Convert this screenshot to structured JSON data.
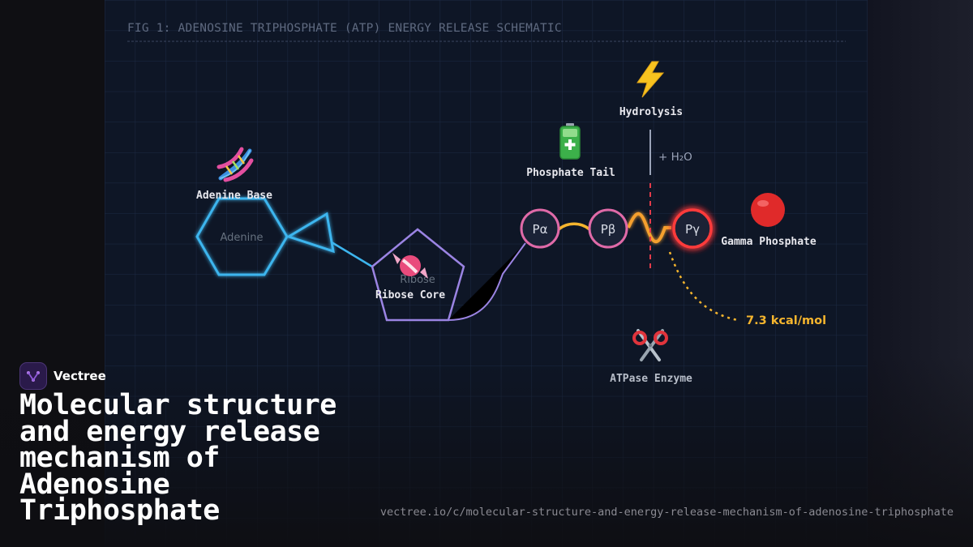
{
  "figure": {
    "heading": "FIG 1: ADENOSINE TRIPHOSPHATE (ATP) ENERGY RELEASE SCHEMATIC",
    "adenine": {
      "icon": "dna-icon",
      "label": "Adenine Base",
      "ring_text": "Adenine"
    },
    "ribose": {
      "icon": "candy-icon",
      "label": "Ribose Core",
      "ring_text": "Ribose"
    },
    "phosphate_tail": {
      "icon": "battery-icon",
      "label": "Phosphate Tail"
    },
    "phosphates": [
      {
        "symbol": "Pα",
        "color": "#e06aa8"
      },
      {
        "symbol": "Pβ",
        "color": "#e06aa8"
      },
      {
        "symbol": "Pγ",
        "color": "#ff3b3b"
      }
    ],
    "hydrolysis": {
      "icon": "lightning-icon",
      "label": "Hydrolysis",
      "water": "+ H₂O"
    },
    "gamma": {
      "icon": "red-circle-icon",
      "label": "Gamma Phosphate"
    },
    "energy": {
      "value": "7.3 kcal/mol",
      "color": "#f5b52e"
    },
    "enzyme": {
      "icon": "scissors-icon",
      "label": "ATPase Enzyme"
    },
    "colors": {
      "adenine": "#3db5ee",
      "ribose": "#9b84e3",
      "bond": "#f5b52e",
      "cleave_line": "#e23b4a"
    }
  },
  "brand": {
    "name": "Vectree",
    "logo_icon": "vectree-logo-icon"
  },
  "title": "Molecular structure and energy release mechanism of Adenosine Triphosphate",
  "url": "vectree.io/c/molecular-structure-and-energy-release-mechanism-of-adenosine-triphosphate"
}
